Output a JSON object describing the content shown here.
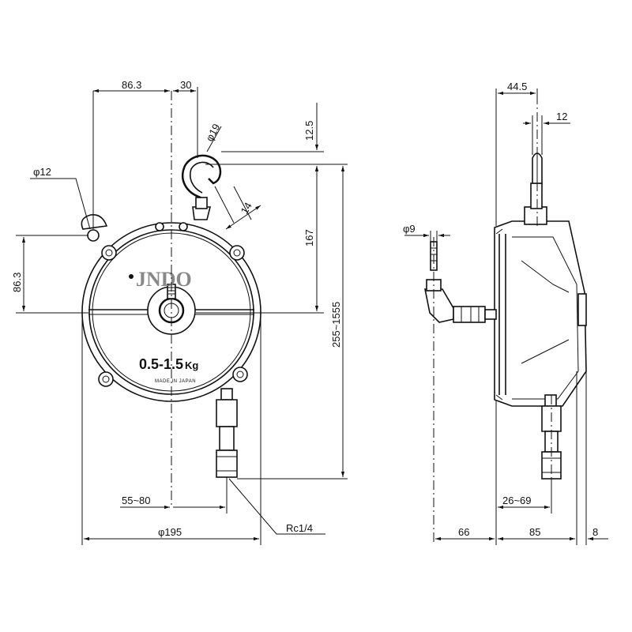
{
  "front_view": {
    "dimensions": {
      "hook_offset": "86.3",
      "hook_width": "30",
      "hook_dia": "φ19",
      "top_clearance": "12.5",
      "mount_hole": "φ12",
      "hook_thickness": "14",
      "hook_to_center": "167",
      "side_height": "86.3",
      "stroke_range": "255~1555",
      "cable_offset": "55~80",
      "body_dia": "φ195",
      "port_thread": "Rc1/4"
    },
    "plate": {
      "brand": "JNDO",
      "capacity": "0.5-1.5",
      "capacity_unit": "Kg",
      "origin": "MADE IN JAPAN"
    }
  },
  "side_view": {
    "dimensions": {
      "top_width": "44.5",
      "hook_width": "12",
      "fitting_dia": "φ9",
      "cable_offset": "26~69",
      "left_depth": "66",
      "body_depth": "85",
      "flange": "8"
    }
  }
}
